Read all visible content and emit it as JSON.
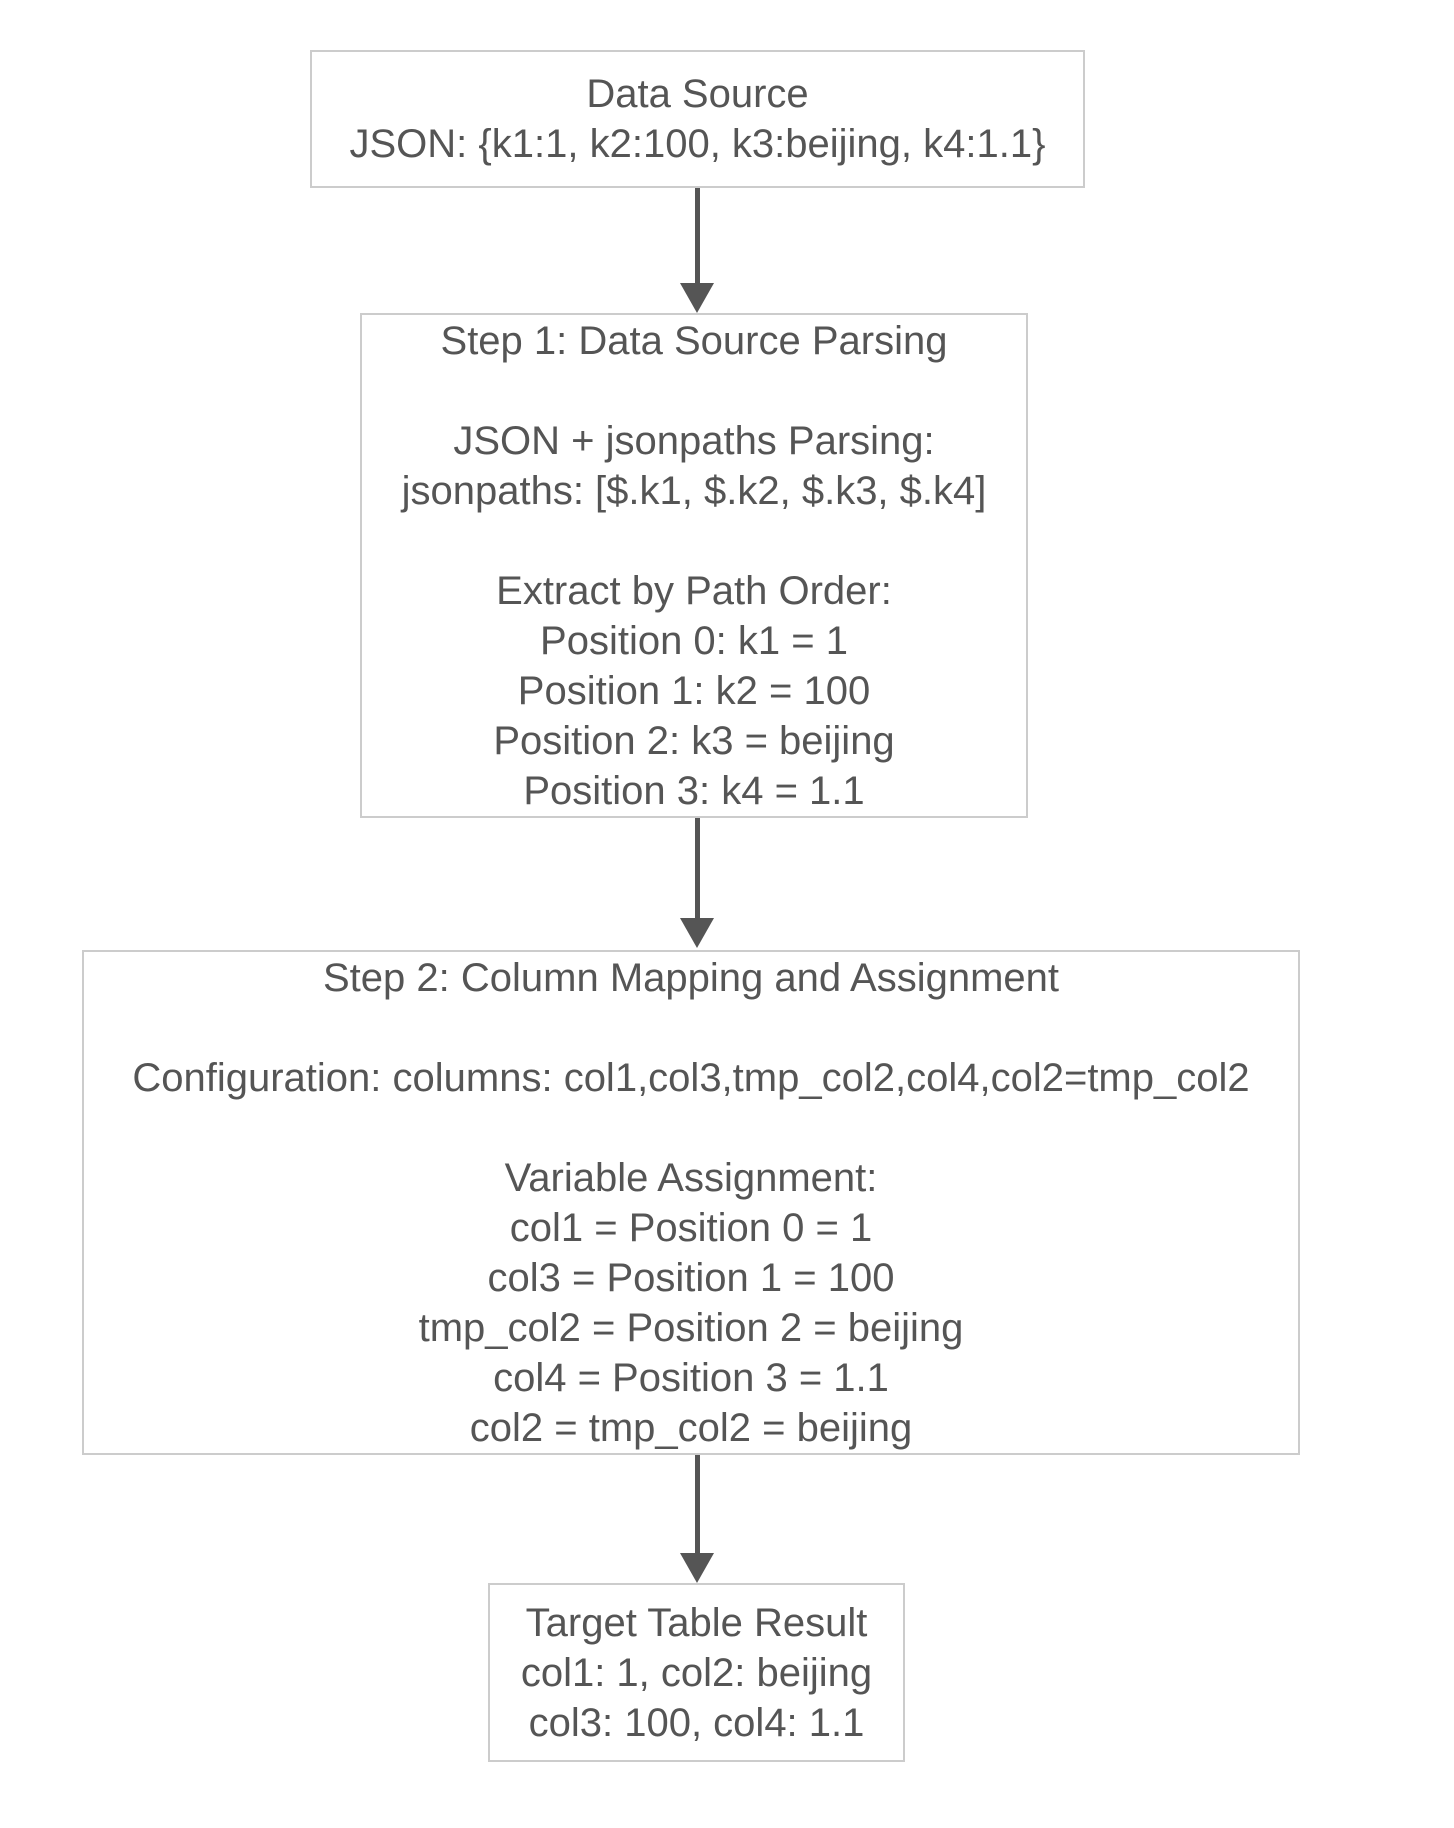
{
  "theme": {
    "background_color": "#ffffff",
    "node_fill": "#ffffff",
    "border_color": "#cccccc",
    "text_color": "#555555",
    "arrow_color": "#555555"
  },
  "diagram": {
    "type": "flowchart-top-down",
    "nodes": [
      {
        "id": "data-source",
        "lines": [
          "Data Source",
          "JSON: {k1:1, k2:100, k3:beijing, k4:1.1}"
        ]
      },
      {
        "id": "step1-parsing",
        "lines": [
          "Step 1: Data Source Parsing",
          "",
          "JSON + jsonpaths Parsing:",
          "jsonpaths: [$.k1, $.k2, $.k3, $.k4]",
          "",
          "Extract by Path Order:",
          "Position 0: k1 = 1",
          "Position 1: k2 = 100",
          "Position 2: k3 = beijing",
          "Position 3: k4 = 1.1"
        ]
      },
      {
        "id": "step2-mapping",
        "lines": [
          "Step 2: Column Mapping and Assignment",
          "",
          "Configuration: columns: col1,col3,tmp_col2,col4,col2=tmp_col2",
          "",
          "Variable Assignment:",
          "col1 = Position 0 = 1",
          "col3 = Position 1 = 100",
          "tmp_col2 = Position 2 = beijing",
          "col4 = Position 3 = 1.1",
          "col2 = tmp_col2 = beijing"
        ]
      },
      {
        "id": "target-result",
        "lines": [
          "Target Table Result",
          "col1: 1, col2: beijing",
          "col3: 100, col4: 1.1"
        ]
      }
    ],
    "edges": [
      {
        "from": "data-source",
        "to": "step1-parsing"
      },
      {
        "from": "step1-parsing",
        "to": "step2-mapping"
      },
      {
        "from": "step2-mapping",
        "to": "target-result"
      }
    ]
  }
}
